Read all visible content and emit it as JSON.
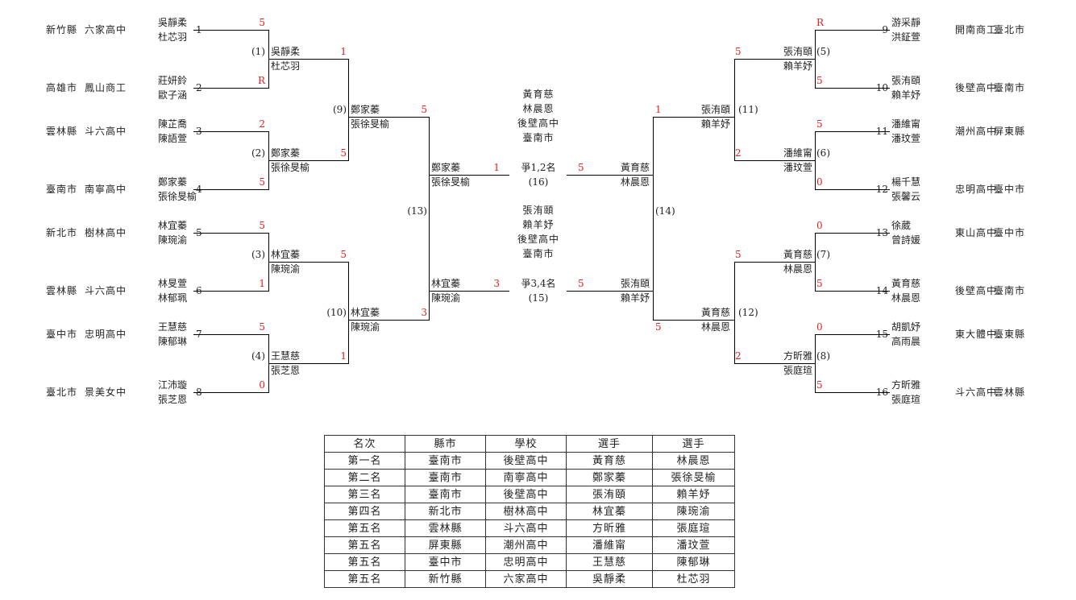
{
  "left_players": [
    {
      "seed": "1",
      "p1": "吳靜柔",
      "p2": "杜芯羽",
      "city": "新竹縣",
      "school": "六家高中"
    },
    {
      "seed": "2",
      "p1": "莊妍鈴",
      "p2": "歐子涵",
      "city": "高雄市",
      "school": "鳳山商工"
    },
    {
      "seed": "3",
      "p1": "陳芷喬",
      "p2": "陳語萱",
      "city": "雲林縣",
      "school": "斗六高中"
    },
    {
      "seed": "4",
      "p1": "鄭家蓁",
      "p2": "張徐旻榆",
      "city": "臺南市",
      "school": "南寧高中"
    },
    {
      "seed": "5",
      "p1": "林宜蓁",
      "p2": "陳琬渝",
      "city": "新北市",
      "school": "樹林高中"
    },
    {
      "seed": "6",
      "p1": "林旻萱",
      "p2": "林郁珮",
      "city": "雲林縣",
      "school": "斗六高中"
    },
    {
      "seed": "7",
      "p1": "王慧慈",
      "p2": "陳郁琳",
      "city": "臺中市",
      "school": "忠明高中"
    },
    {
      "seed": "8",
      "p1": "江沛璇",
      "p2": "張芝恩",
      "city": "臺北市",
      "school": "景美女中"
    }
  ],
  "right_players": [
    {
      "seed": "9",
      "p1": "游采靜",
      "p2": "洪鉦萱",
      "school": "開南商工",
      "city": "臺北市"
    },
    {
      "seed": "10",
      "p1": "張洧頤",
      "p2": "賴羊妤",
      "school": "後壁高中",
      "city": "臺南市"
    },
    {
      "seed": "11",
      "p1": "潘維甯",
      "p2": "潘玟萱",
      "school": "潮州高中",
      "city": "屏東縣"
    },
    {
      "seed": "12",
      "p1": "楊千慧",
      "p2": "張馨云",
      "school": "忠明高中",
      "city": "臺中市"
    },
    {
      "seed": "13",
      "p1": "徐葳",
      "p2": "曾詩媛",
      "school": "東山高中",
      "city": "臺中市"
    },
    {
      "seed": "14",
      "p1": "黃育慈",
      "p2": "林晨恩",
      "school": "後壁高中",
      "city": "臺南市"
    },
    {
      "seed": "15",
      "p1": "胡凱妤",
      "p2": "高雨晨",
      "school": "東大體中",
      "city": "臺東縣"
    },
    {
      "seed": "16",
      "p1": "方昕雅",
      "p2": "張庭瑄",
      "school": "斗六高中",
      "city": "雲林縣"
    }
  ],
  "scores": {
    "m1": [
      "5",
      "R"
    ],
    "m2": [
      "2",
      "5"
    ],
    "m3": [
      "5",
      "1"
    ],
    "m4": [
      "5",
      "0"
    ],
    "m5": [
      "R",
      "5"
    ],
    "m6": [
      "5",
      "0"
    ],
    "m7": [
      "0",
      "5"
    ],
    "m8": [
      "0",
      "5"
    ],
    "m9": [
      "1",
      "5"
    ],
    "m10": [
      "5",
      "1"
    ],
    "m11": [
      "5",
      "2"
    ],
    "m12": [
      "5",
      "2"
    ],
    "m13": [
      "5",
      "3"
    ],
    "m14": [
      "1",
      "5"
    ],
    "m15": [
      "3",
      "5"
    ],
    "m16": [
      "1",
      "5"
    ]
  },
  "match_labels": {
    "m1": "(1)",
    "m2": "(2)",
    "m3": "(3)",
    "m4": "(4)",
    "m5": "(5)",
    "m6": "(6)",
    "m7": "(7)",
    "m8": "(8)",
    "m9": "(9)",
    "m10": "(10)",
    "m11": "(11)",
    "m12": "(12)",
    "m13": "(13)",
    "m14": "(14)",
    "m15": "(15)",
    "m16": "(16)"
  },
  "winners": {
    "m1": [
      "吳靜柔",
      "杜芯羽"
    ],
    "m2": [
      "鄭家蓁",
      "張徐旻榆"
    ],
    "m3": [
      "林宜蓁",
      "陳琬渝"
    ],
    "m4": [
      "王慧慈",
      "張芝恩"
    ],
    "m5": [
      "張洧頤",
      "賴羊妤"
    ],
    "m6": [
      "潘維甯",
      "潘玟萱"
    ],
    "m7": [
      "黃育慈",
      "林晨恩"
    ],
    "m8": [
      "方昕雅",
      "張庭瑄"
    ],
    "m9": [
      "鄭家蓁",
      "張徐旻榆"
    ],
    "m10": [
      "林宜蓁",
      "陳琬渝"
    ],
    "m11": [
      "張洧頤",
      "賴羊妤"
    ],
    "m12": [
      "黃育慈",
      "林晨恩"
    ]
  },
  "finals": {
    "top": {
      "label": "爭1,2名",
      "num": "(16)",
      "left_pair": [
        "鄭家蓁",
        "張徐旻榆"
      ],
      "left_score": "1",
      "right_pair": [
        "黃育慈",
        "林晨恩"
      ],
      "right_score": "5",
      "champion": [
        "黃育慈",
        "林晨恩",
        "後壁高中",
        "臺南市"
      ]
    },
    "bottom": {
      "label": "爭3,4名",
      "num": "(15)",
      "left_pair": [
        "林宜蓁",
        "陳琬渝"
      ],
      "left_score": "3",
      "right_pair": [
        "張洧頤",
        "賴羊妤"
      ],
      "right_score": "5",
      "winner": [
        "張洧頤",
        "賴羊妤",
        "後壁高中",
        "臺南市"
      ]
    }
  },
  "results_table": {
    "headers": [
      "名次",
      "縣市",
      "學校",
      "選手",
      "選手"
    ],
    "rows": [
      [
        "第一名",
        "臺南市",
        "後壁高中",
        "黃育慈",
        "林晨恩"
      ],
      [
        "第二名",
        "臺南市",
        "南寧高中",
        "鄭家蓁",
        "張徐旻榆"
      ],
      [
        "第三名",
        "臺南市",
        "後壁高中",
        "張洧頤",
        "賴羊妤"
      ],
      [
        "第四名",
        "新北市",
        "樹林高中",
        "林宜蓁",
        "陳琬渝"
      ],
      [
        "第五名",
        "雲林縣",
        "斗六高中",
        "方昕雅",
        "張庭瑄"
      ],
      [
        "第五名",
        "屏東縣",
        "潮州高中",
        "潘維甯",
        "潘玟萱"
      ],
      [
        "第五名",
        "臺中市",
        "忠明高中",
        "王慧慈",
        "陳郁琳"
      ],
      [
        "第五名",
        "新竹縣",
        "六家高中",
        "吳靜柔",
        "杜芯羽"
      ]
    ]
  },
  "colors": {
    "score": "#e02020",
    "line": "#000000",
    "text": "#222222"
  }
}
